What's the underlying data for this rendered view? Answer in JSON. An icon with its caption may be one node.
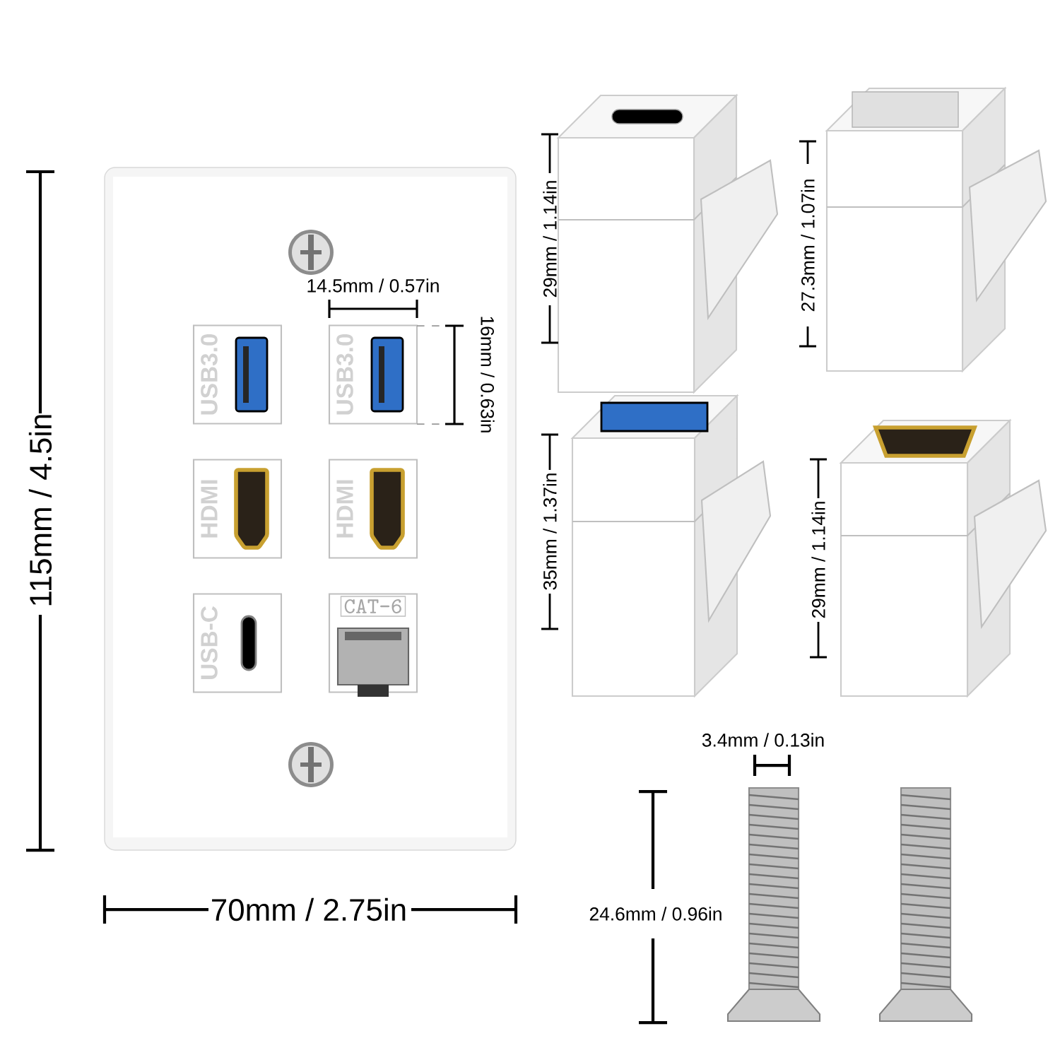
{
  "diagram": {
    "nodes": [
      {
        "text": [],
        "shape": "box"
      },
      {
        "text": [
          "USB3.0"
        ],
        "in": 0
      },
      {
        "text": [
          "USB3.0"
        ],
        "in": 0
      },
      {
        "text": [
          "HDMI"
        ],
        "in": 0
      },
      {
        "text": [
          "HDMI"
        ],
        "in": 0
      },
      {
        "text": [
          "USB-C"
        ],
        "in": 0
      },
      {
        "text": [
          "CAT-6"
        ],
        "in": 0
      }
    ],
    "edges": [],
    "labels": [
      "115mm / 4.5in",
      "14.5mm / 0.57in",
      "16mm / 0.63in",
      "70mm / 2.75in",
      "29mm / 1.14in",
      "27.3mm / 1.07in",
      "35mm / 1.37in",
      "29mm / 1.14in",
      "3.4mm / 0.13in",
      "24.6mm / 0.96in"
    ]
  }
}
